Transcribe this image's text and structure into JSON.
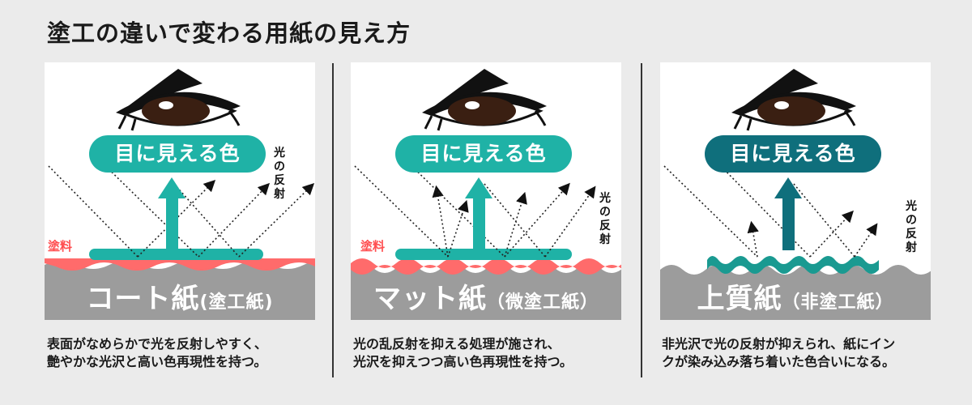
{
  "title": "塗工の違いで変わる用紙の見え方",
  "colors": {
    "coat": "#ff6b6b",
    "paper_gray": "#9c9c9c",
    "teal_light": "#1fb2a6",
    "teal_dark": "#0f6f7c"
  },
  "panels": [
    {
      "pill": "目に見える色",
      "reflection_label": [
        "光",
        "の",
        "反",
        "射"
      ],
      "coating_label": "塗料",
      "paper_name": "コート紙",
      "paper_sub": "(塗工紙)",
      "desc_lines": [
        "表面がなめらかで光を反射しやすく、",
        "艶やかな光沢と高い色再現性を持つ。"
      ]
    },
    {
      "pill": "目に見える色",
      "reflection_label": [
        "光",
        "の",
        "反",
        "射"
      ],
      "coating_label": "塗料",
      "paper_name": "マット紙",
      "paper_sub": "（微塗工紙）",
      "desc_lines": [
        "光の乱反射を抑える処理が施され、",
        "光沢を抑えつつ高い色再現性を持つ。"
      ]
    },
    {
      "pill": "目に見える色",
      "reflection_label": [
        "光",
        "の",
        "反",
        "射"
      ],
      "coating_label": "",
      "paper_name": "上質紙",
      "paper_sub": "（非塗工紙）",
      "desc_lines": [
        "非光沢で光の反射が抑えられ、紙にイン",
        "クが染み込み落ち着いた色合いになる。"
      ]
    }
  ]
}
